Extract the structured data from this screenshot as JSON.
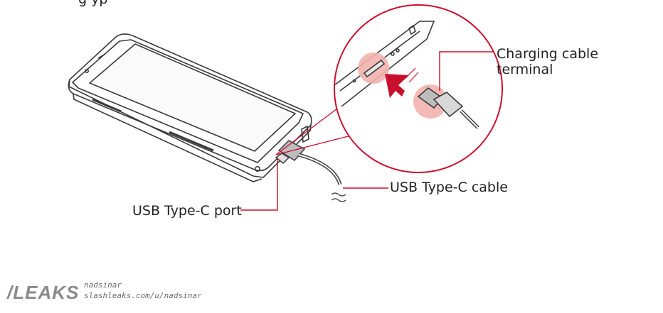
{
  "header": {
    "partial_text": "g                                                           yp"
  },
  "labels": {
    "terminal": "Charging cable\nterminal",
    "cable": "USB Type-C cable",
    "port": "USB Type-C port"
  },
  "watermark": {
    "brand": "/LEAKS",
    "user": "nadsinar",
    "url": "slashleaks.com/u/nadsinar"
  },
  "colors": {
    "callout_line": "#c8102e",
    "highlight": "#f2b3ad",
    "arrow": "#c8102e",
    "outline": "#3a3a3a"
  }
}
